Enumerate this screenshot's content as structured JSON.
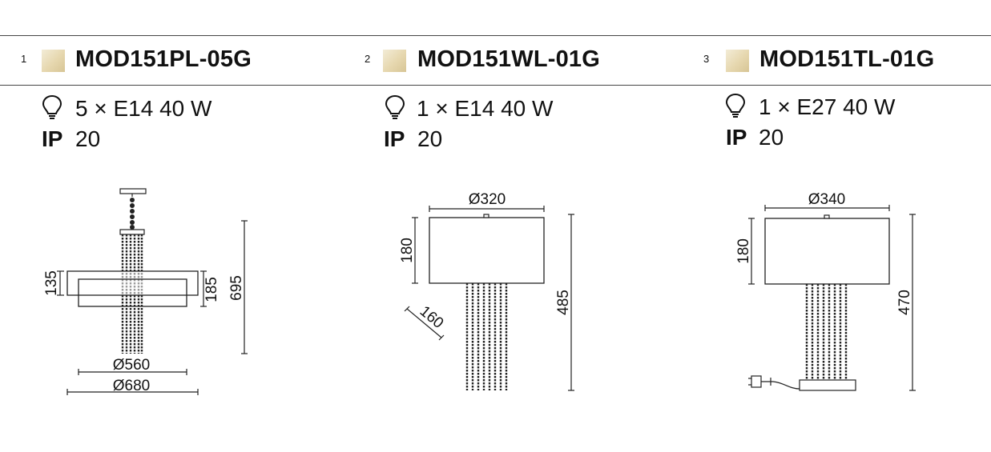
{
  "products": [
    {
      "number": "1",
      "code": "MOD151PL-05G",
      "lamp": "5 × E14 40 W",
      "ip_label": "IP",
      "ip_value": "20",
      "dims": {
        "d1": "Ø560",
        "d2": "Ø680",
        "h_shade": "135",
        "h_shade_outer": "185",
        "h_total": "695"
      }
    },
    {
      "number": "2",
      "code": "MOD151WL-01G",
      "lamp": "1 × E14 40 W",
      "ip_label": "IP",
      "ip_value": "20",
      "dims": {
        "d1": "Ø320",
        "h_shade": "180",
        "depth": "160",
        "h_total": "485"
      }
    },
    {
      "number": "3",
      "code": "MOD151TL-01G",
      "lamp": "1 × E27 40 W",
      "ip_label": "IP",
      "ip_value": "20",
      "dims": {
        "d1": "Ø340",
        "h_shade": "180",
        "h_total": "470"
      }
    }
  ],
  "colors": {
    "finish_swatch": "#e6d7ae",
    "line": "#222222"
  },
  "icons": [
    "bulb-icon"
  ]
}
